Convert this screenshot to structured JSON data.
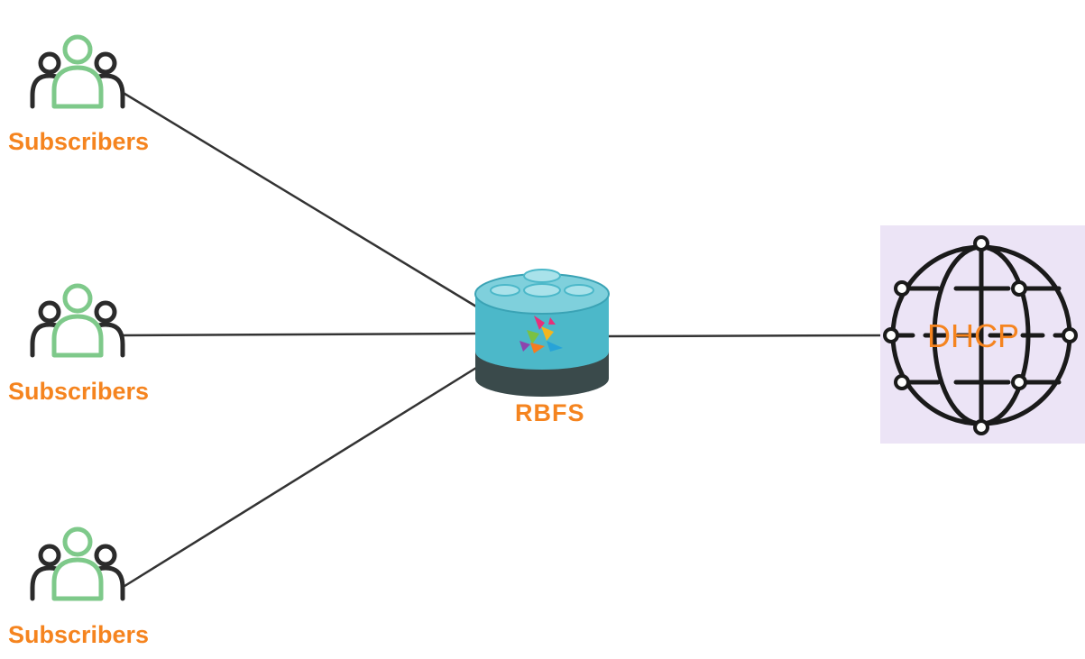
{
  "diagram": {
    "subscriber_groups": [
      {
        "label": "Subscribers"
      },
      {
        "label": "Subscribers"
      },
      {
        "label": "Subscribers"
      }
    ],
    "router": {
      "label": "RBFS"
    },
    "server": {
      "label": "DHCP"
    },
    "connections": [
      {
        "from": "subscribers-1",
        "to": "router"
      },
      {
        "from": "subscribers-2",
        "to": "router"
      },
      {
        "from": "subscribers-3",
        "to": "router"
      },
      {
        "from": "router",
        "to": "dhcp-server"
      }
    ]
  },
  "colors": {
    "label": "#f5841f",
    "person_front": "#7ec98a",
    "person_back": "#2b2b2b",
    "connector": "#333333",
    "router_top": "#4cb8c9",
    "router_base": "#3a4a4b",
    "dhcp_background": "#ece4f6",
    "globe": "#1a1a1a"
  }
}
